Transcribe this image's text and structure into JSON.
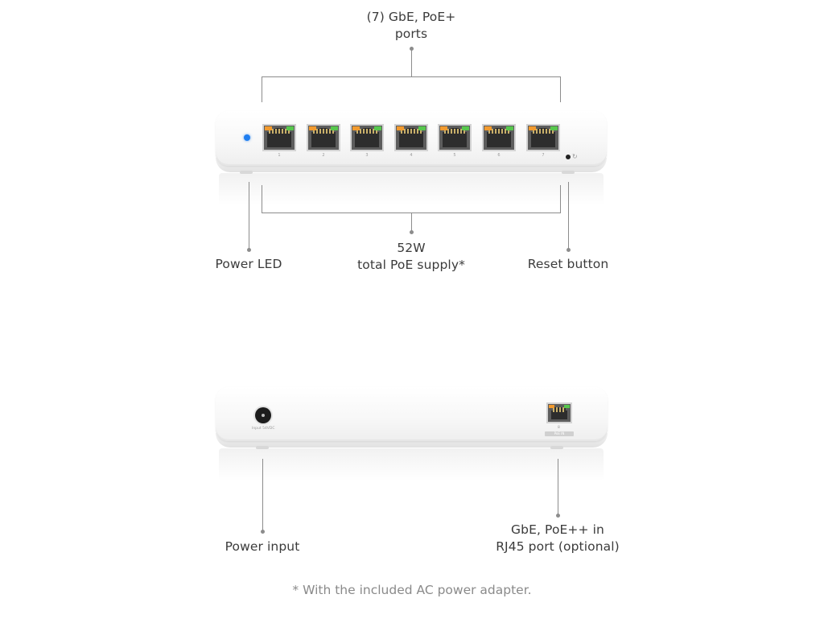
{
  "front_view": {
    "ports_label": [
      "(7) GbE, PoE+",
      "ports"
    ],
    "poe_label": [
      "52W",
      "total PoE supply*"
    ],
    "power_led_label": "Power LED",
    "reset_label": "Reset button",
    "port_numbers": [
      "1",
      "2",
      "3",
      "4",
      "5",
      "6",
      "7"
    ],
    "power_led_color": "#1f7ef0",
    "port_led_colors": [
      "#f29a2e",
      "#57c74d"
    ]
  },
  "rear_view": {
    "power_input_label": "Power input",
    "uplink_label": [
      "GbE, PoE++ in",
      "RJ45 port (optional)"
    ],
    "jack_caption": "Input 54VDC",
    "uplink_port_number": "8",
    "uplink_tag": "PoE IN"
  },
  "footnote": "* With the included AC power adapter."
}
